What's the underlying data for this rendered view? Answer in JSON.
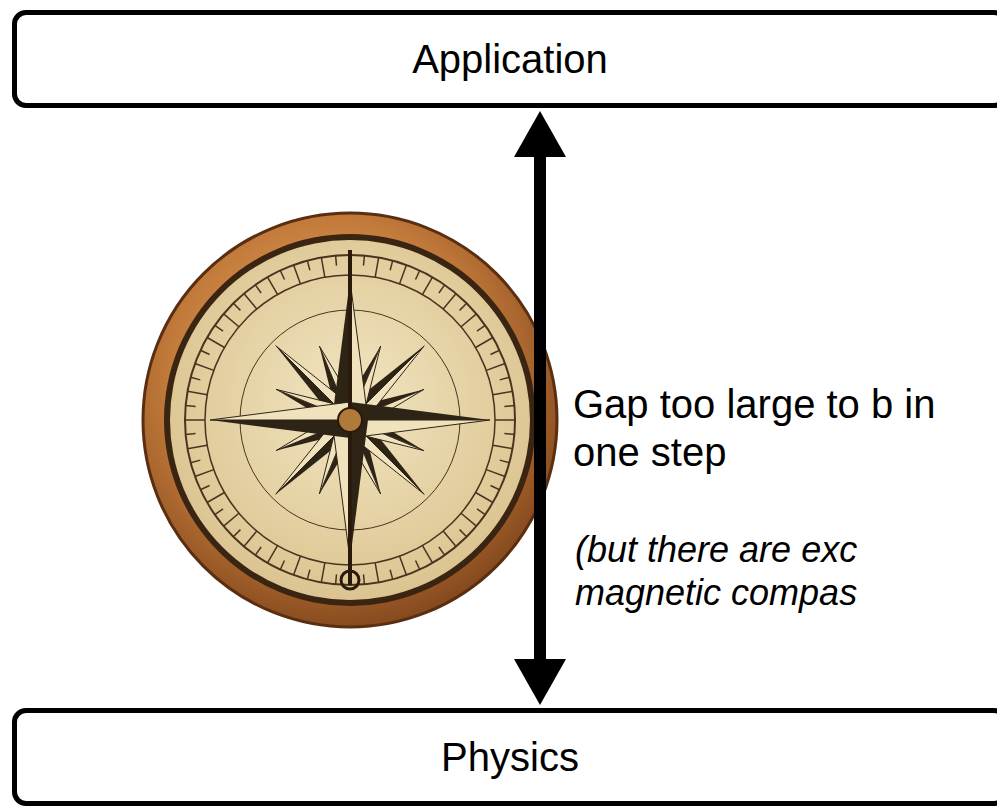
{
  "diagram": {
    "nodes": [
      {
        "text": [
          "Application"
        ]
      },
      {
        "text": [
          "Physics"
        ]
      }
    ],
    "edges": [
      {
        "from": 0,
        "to": 1,
        "arrow": "both"
      }
    ],
    "labels": [
      "Gap too large to b in one step",
      "(but there are exc magnetic compas"
    ]
  }
}
